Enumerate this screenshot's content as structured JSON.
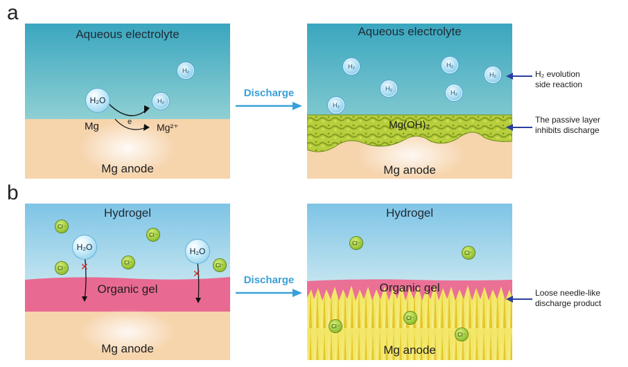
{
  "panel_labels": [
    "a",
    "b"
  ],
  "arrow_label": "Discharge",
  "a_left": {
    "title": "Aqueous electrolyte",
    "anode": "Mg anode",
    "h2o": "H₂O",
    "h2": "H₂",
    "mg": "Mg",
    "electron": "e",
    "mg_ion": "Mg²⁺"
  },
  "a_right": {
    "title": "Aqueous electrolyte",
    "layer": "Mg(OH)₂",
    "anode": "Mg anode",
    "h2": "H₂"
  },
  "notes": {
    "n1_line1": "H₂ evolution",
    "n1_line2": "side reaction",
    "n2_line1": "The passive layer",
    "n2_line2": "inhibits discharge",
    "n3_line1": "Loose needle-like",
    "n3_line2": "discharge product"
  },
  "b_left": {
    "title": "Hydrogel",
    "gel": "Organic gel",
    "anode": "Mg anode",
    "h2o": "H₂O",
    "cl": "Cl⁻"
  },
  "b_right": {
    "title": "Hydrogel",
    "gel": "Organic gel",
    "anode": "Mg anode",
    "cl": "Cl⁻"
  },
  "colors": {
    "electrolyte": "#4fb3c6",
    "anode": "#f7d9b3",
    "hydrogel": "#8fcbe8",
    "organic_gel": "#e8678f",
    "passive_layer": "#a6c23a",
    "needle_product": "#f2e04a",
    "arrow": "#3a9fd8",
    "note_arrow": "#2b3f9e"
  }
}
